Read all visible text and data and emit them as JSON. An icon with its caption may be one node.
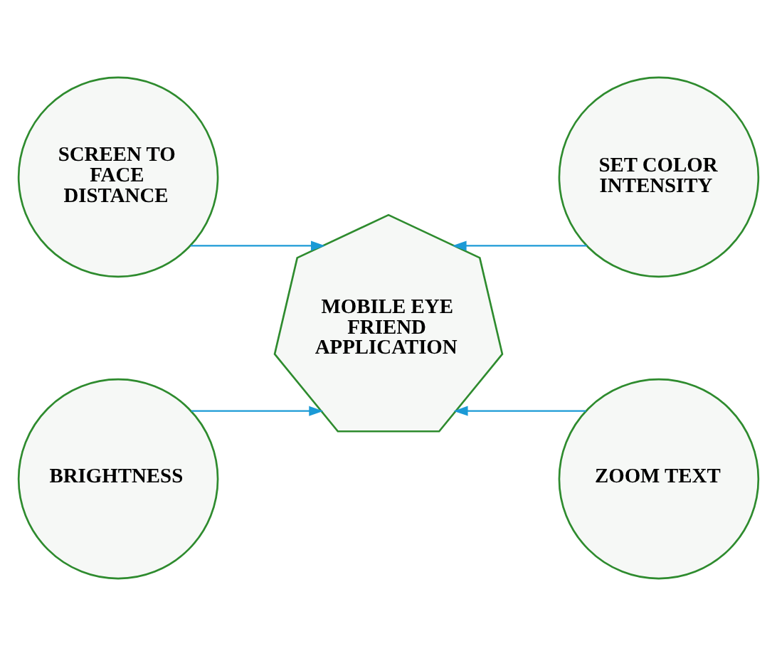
{
  "diagram": {
    "nodes": [
      {
        "text": [
          "SCREEN TO FACE DISTANCE"
        ]
      },
      {
        "text": [
          "SET COLOR INTENSITY"
        ]
      },
      {
        "text": [
          "MOBILE EYE FRIEND APPLICATION"
        ]
      },
      {
        "text": [
          "BRIGHTNESS"
        ]
      },
      {
        "text": [
          "ZOOM TEXT"
        ]
      }
    ],
    "edges": [
      {
        "from": 0,
        "to": 2,
        "arrow": "to"
      },
      {
        "from": 1,
        "to": 2,
        "arrow": "to"
      },
      {
        "from": 3,
        "to": 2,
        "arrow": "to"
      },
      {
        "from": 4,
        "to": 2,
        "arrow": "to"
      }
    ]
  }
}
